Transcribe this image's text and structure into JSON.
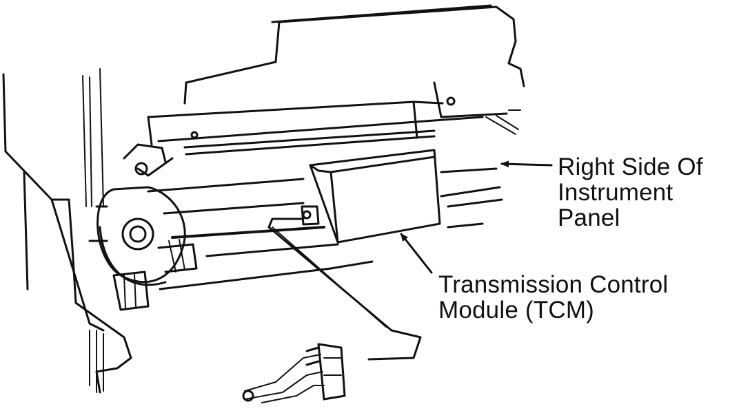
{
  "callouts": {
    "panel": {
      "lines": [
        "Right Side Of",
        "Instrument",
        "Panel"
      ]
    },
    "tcm": {
      "lines": [
        "Transmission Control",
        "Module (TCM)"
      ]
    }
  },
  "colors": {
    "ink": "#111111",
    "background": "#ffffff"
  }
}
